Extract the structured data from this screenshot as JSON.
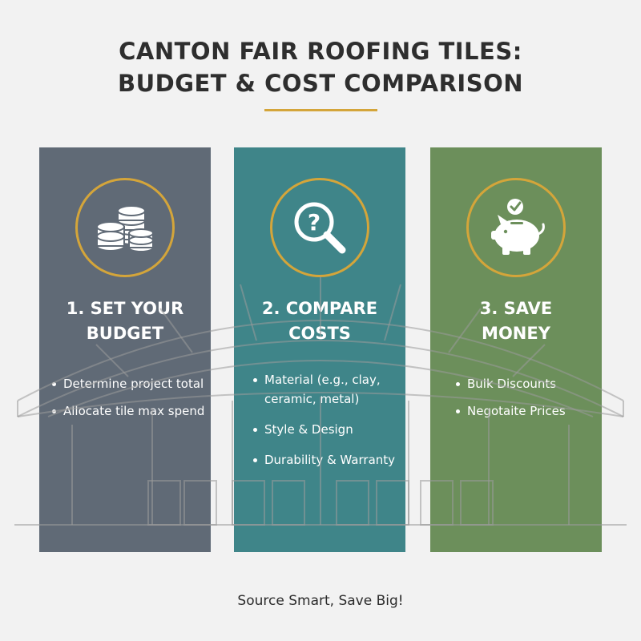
{
  "header": {
    "title_line1": "CANTON FAIR ROOFING TILES:",
    "title_line2": "BUDGET & COST COMPARISON"
  },
  "columns": [
    {
      "icon": "coins-stack-icon",
      "heading_line1": "1. SET YOUR",
      "heading_line2": "BUDGET",
      "bullets": [
        "Determine project total",
        "Allocate tile max spend"
      ],
      "color": "#606a76"
    },
    {
      "icon": "magnifier-question-icon",
      "heading_line1": "2. COMPARE",
      "heading_line2": "COSTS",
      "bullets": [
        "Material (e.g., clay, ceramic, metal)",
        "Style & Design",
        "Durability & Warranty"
      ],
      "color": "#3f8589"
    },
    {
      "icon": "piggy-bank-check-icon",
      "heading_line1": "3. SAVE",
      "heading_line2": "MONEY",
      "bullets": [
        "Bulk Discounts",
        "Negotaite Prices"
      ],
      "color": "#6c8f5b"
    }
  ],
  "accent_color": "#d4a53a",
  "footer": {
    "tagline": "Source Smart, Save Big!"
  }
}
